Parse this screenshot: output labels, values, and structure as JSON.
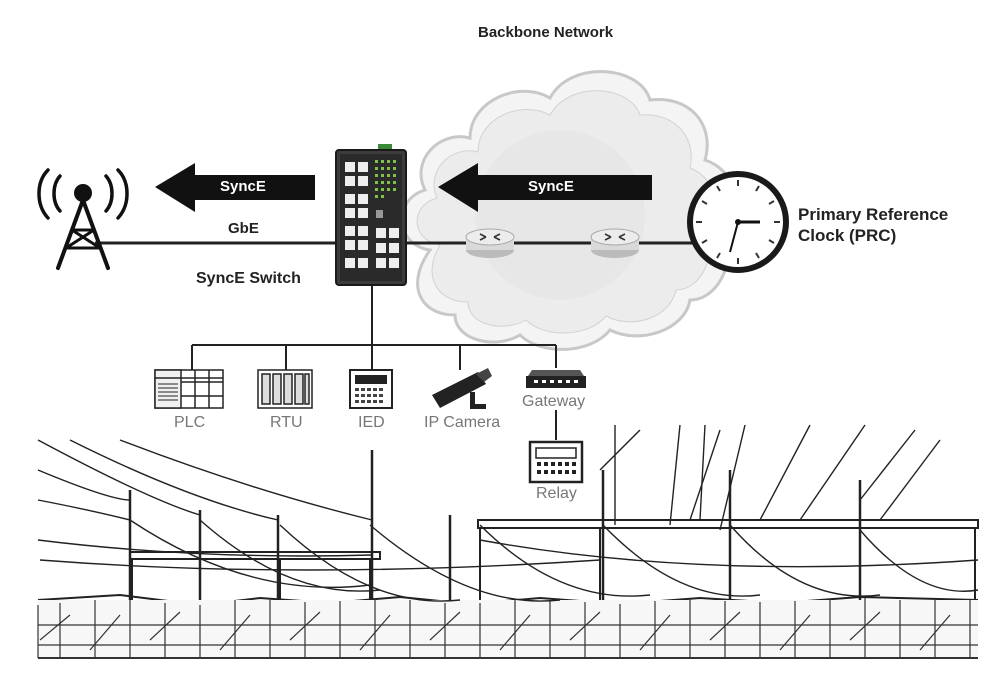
{
  "title": "Backbone Network",
  "arrows": {
    "left": "SyncE",
    "right": "SyncE"
  },
  "link_label": "GbE",
  "switch_label": "SyncE Switch",
  "prc_label": {
    "line1": "Primary Reference",
    "line2": "Clock (PRC)"
  },
  "devices": {
    "plc": "PLC",
    "rtu": "RTU",
    "ied": "IED",
    "ip_camera": "IP Camera",
    "gateway": "Gateway",
    "relay": "Relay"
  },
  "colors": {
    "ink": "#1a1a1a",
    "cloud": "#e8e8e8",
    "device_gray": "#777777",
    "switch_green": "#3a8a3a"
  }
}
